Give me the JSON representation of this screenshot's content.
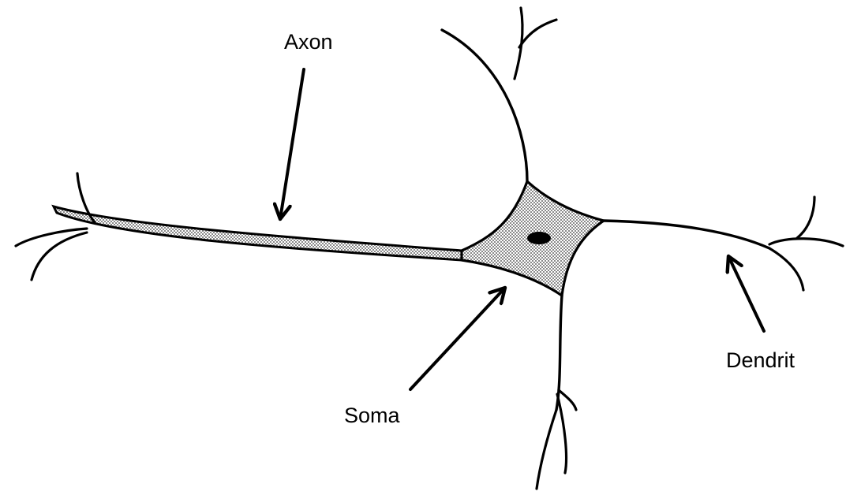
{
  "diagram": {
    "labels": {
      "axon": "Axon",
      "soma": "Soma",
      "dendrite": "Dendrit"
    },
    "colors": {
      "ink": "#000000",
      "fill_dark": "#8a8a8a",
      "fill_light": "#ffffff",
      "background": "#ffffff"
    }
  }
}
